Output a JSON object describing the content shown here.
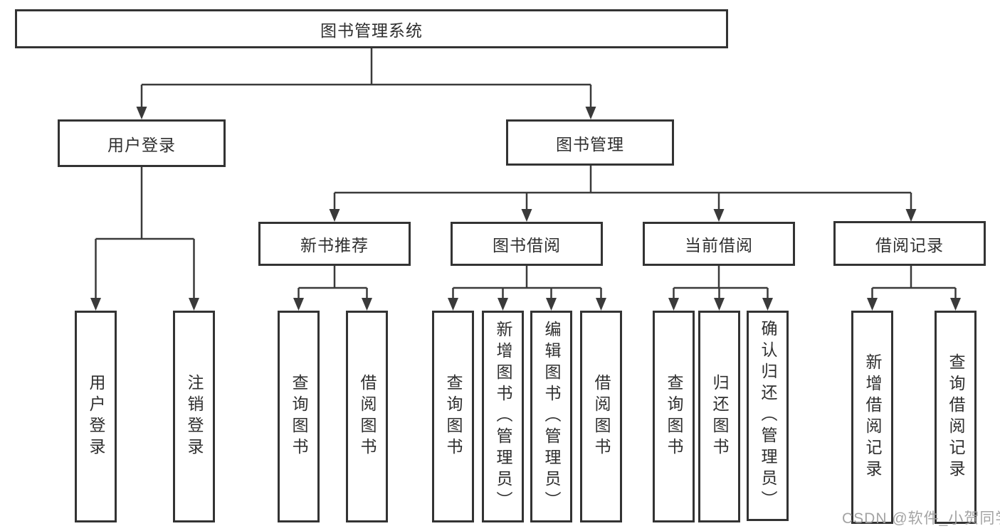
{
  "diagram": {
    "type": "hierarchy-tree",
    "tree": {
      "root": {
        "label": "图书管理系统"
      },
      "branches": [
        {
          "label": "用户登录",
          "children": [
            {
              "label": "用户登录"
            },
            {
              "label": "注销登录"
            }
          ]
        },
        {
          "label": "图书管理",
          "children": [
            {
              "label": "新书推荐",
              "children": [
                {
                  "label": "查询图书"
                },
                {
                  "label": "借阅图书"
                }
              ]
            },
            {
              "label": "图书借阅",
              "children": [
                {
                  "label": "查询图书"
                },
                {
                  "label": "新增图书（管理员）"
                },
                {
                  "label": "编辑图书（管理员）"
                },
                {
                  "label": "借阅图书"
                }
              ]
            },
            {
              "label": "当前借阅",
              "children": [
                {
                  "label": "查询图书"
                },
                {
                  "label": "归还图书"
                },
                {
                  "label": "确认归还（管理员）"
                }
              ]
            },
            {
              "label": "借阅记录",
              "children": [
                {
                  "label": "新增借阅记录"
                },
                {
                  "label": "查询借阅记录"
                }
              ]
            }
          ]
        }
      ]
    },
    "colors": {
      "line": "#3a3a3a",
      "border": "#333333",
      "text": "#2f2f2f",
      "watermark": "#9e9e9e",
      "background": "#ffffff"
    }
  },
  "watermark": {
    "text": "CSDN @软件_小贺同学"
  }
}
